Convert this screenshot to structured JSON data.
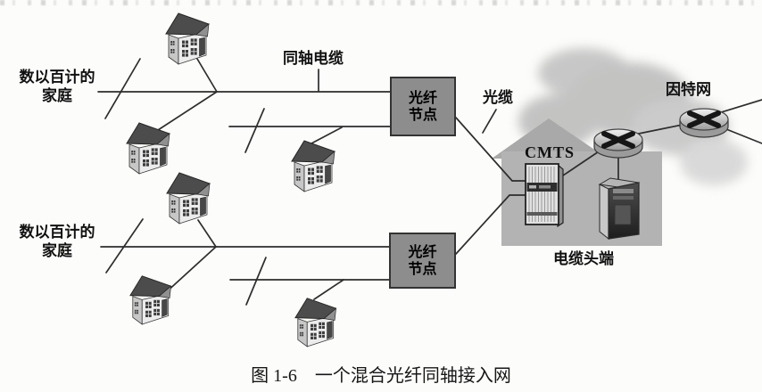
{
  "figure": {
    "caption_prefix": "图 1-6",
    "caption_title": "一个混合光纤同轴接入网"
  },
  "labels": {
    "homes_top_line1": "数以百计的",
    "homes_top_line2": "家庭",
    "homes_bottom_line1": "数以百计的",
    "homes_bottom_line2": "家庭",
    "coax_cable": "同轴电缆",
    "fiber_cable": "光缆",
    "cmts": "CMTS",
    "internet": "因特网",
    "cable_headend": "电缆头端",
    "fiber_node_top_line1": "光纤",
    "fiber_node_top_line2": "节点",
    "fiber_node_bottom_line1": "光纤",
    "fiber_node_bottom_line2": "节点"
  },
  "diagram": {
    "house_count": 6,
    "fiber_node_count": 2,
    "router_count": 2
  },
  "colors": {
    "background": "#fcfcfa",
    "line": "#2d2d2d",
    "fiber_node_fill": "#8d8d8d",
    "fiber_node_border": "#333333",
    "building_fill": "#b3b3b3",
    "house_roof": "#4c4c4c",
    "house_wall": "#ececec",
    "text": "#111111"
  }
}
